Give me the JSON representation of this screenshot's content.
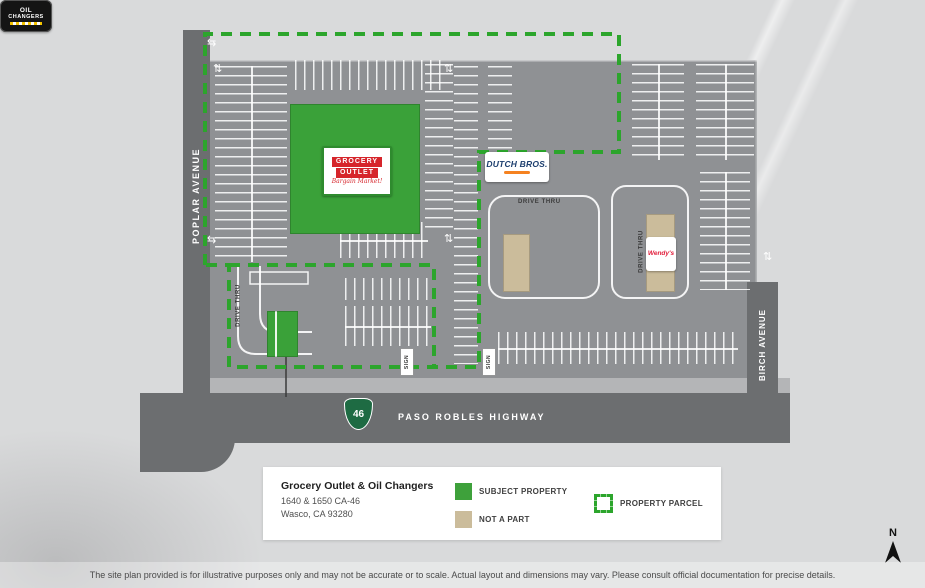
{
  "roads": {
    "poplar": "POPLAR AVENUE",
    "birch": "BIRCH AVENUE",
    "highway": "PASO ROBLES HIGHWAY",
    "shield": "46"
  },
  "labels": {
    "drive_thru": "DRIVE THRU",
    "sign": "SIGN"
  },
  "buildings": {
    "grocery_outlet": {
      "logo_line1": "GROCERY",
      "logo_line2": "OUTLET",
      "tagline": "Bargain Market!"
    },
    "dutch_bros": {
      "logo": "DUTCH BROS."
    },
    "wendys": {
      "logo": "Wendy's"
    },
    "oil_changers": {
      "logo_line1": "OIL",
      "logo_line2": "CHANGERS"
    }
  },
  "legend": {
    "title": "Grocery Outlet & Oil Changers",
    "address1": "1640 & 1650 CA-46",
    "address2": "Wasco, CA 93280",
    "items": [
      {
        "label": "SUBJECT PROPERTY",
        "color": "#3ea13b"
      },
      {
        "label": "NOT A PART",
        "color": "#cbbc9b"
      },
      {
        "label": "PROPERTY PARCEL",
        "color": "#2ca52c"
      }
    ]
  },
  "compass": {
    "label": "N"
  },
  "disclaimer": "The site plan provided is for illustrative purposes only and may not be accurate or to scale. Actual layout and dimensions may vary. Please consult official documentation for precise details.",
  "icons": {
    "arrow_vertical": "⇅",
    "arrow_horizontal": "⇆"
  },
  "colors": {
    "background": "#d9dadb",
    "lot": "#8f9194",
    "road": "#6c6e70",
    "subject_property_green": "#3ea13b",
    "not_a_part_tan": "#cbbc9b",
    "parcel_dash_green": "#2ca52c",
    "grocery_red": "#d6252b",
    "dutch_blue": "#1c3e6e",
    "dutch_orange": "#f58220",
    "wendys_red": "#e2203d"
  }
}
